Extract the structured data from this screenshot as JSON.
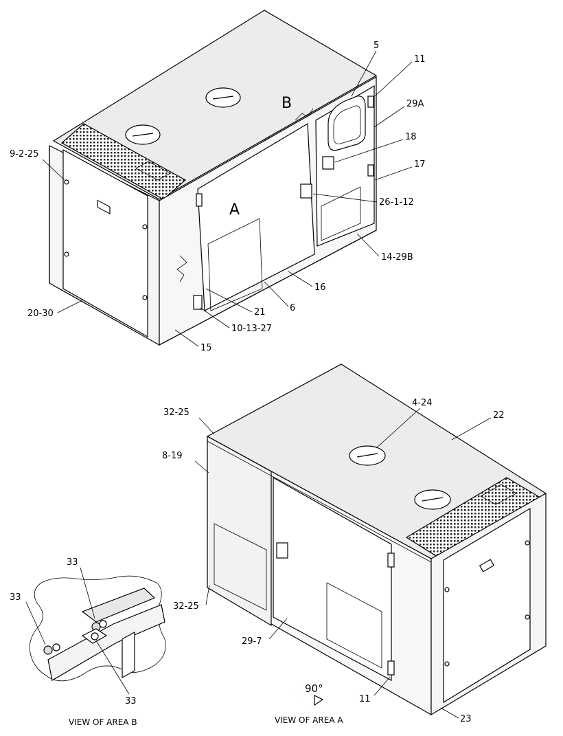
{
  "colors": {
    "line": "#000000",
    "top": "#ececec",
    "side": "#f5f5f5",
    "dark": "#bdbdbd",
    "grille": "#333333"
  },
  "top_view": {
    "area_labels": {
      "a": "A",
      "b": "B"
    },
    "callouts": {
      "c5": "5",
      "c11": "11",
      "c29a": "29A",
      "c18": "18",
      "c17": "17",
      "c26": "26-1-12",
      "c14": "14-29B",
      "c16": "16",
      "c6": "6",
      "c21": "21",
      "c10": "10-13-27",
      "c15": "15",
      "c20": "20-30",
      "c9": "9-2-25"
    }
  },
  "bottom_view": {
    "callouts": {
      "c32a": "32-25",
      "c8": "8-19",
      "c4": "4-24",
      "c22": "22",
      "c32b": "32-25",
      "c29": "29-7",
      "c11": "11",
      "c23": "23"
    },
    "rotation_label": "90°",
    "caption": "VIEW OF AREA A"
  },
  "detail_view": {
    "callouts": {
      "c33a": "33",
      "c33b": "33",
      "c33c": "33"
    },
    "caption": "VIEW OF AREA B"
  }
}
